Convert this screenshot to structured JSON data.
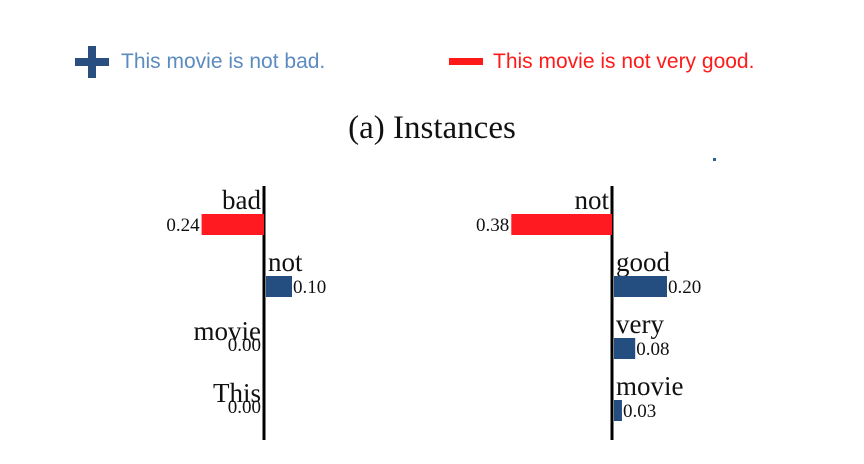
{
  "legend": {
    "positive": {
      "symbol": "plus-icon",
      "text": "This movie is not bad.",
      "color": "#5b8bbf",
      "icon_color": "#284f80"
    },
    "negative": {
      "symbol": "minus-icon",
      "text": "This movie is not very good.",
      "color": "#ff1a1a",
      "icon_color": "#ff1a1a"
    }
  },
  "caption": "(a) Instances",
  "colors": {
    "positive_bar": "#244d80",
    "negative_bar": "#ff1a22",
    "axis": "#000000",
    "text": "#111111"
  },
  "chart_data": [
    {
      "type": "bar",
      "orientation": "horizontal",
      "instance": "This movie is not bad.",
      "categories": [
        "bad",
        "not",
        "movie",
        "This"
      ],
      "values": [
        -0.24,
        0.1,
        0.0,
        0.0
      ],
      "value_labels": [
        "0.24",
        "0.10",
        "0.00",
        "0.00"
      ]
    },
    {
      "type": "bar",
      "orientation": "horizontal",
      "instance": "This movie is not very good.",
      "categories": [
        "not",
        "good",
        "very",
        "movie"
      ],
      "values": [
        -0.38,
        0.2,
        0.08,
        0.03
      ],
      "value_labels": [
        "0.38",
        "0.20",
        "0.08",
        "0.03"
      ]
    }
  ]
}
